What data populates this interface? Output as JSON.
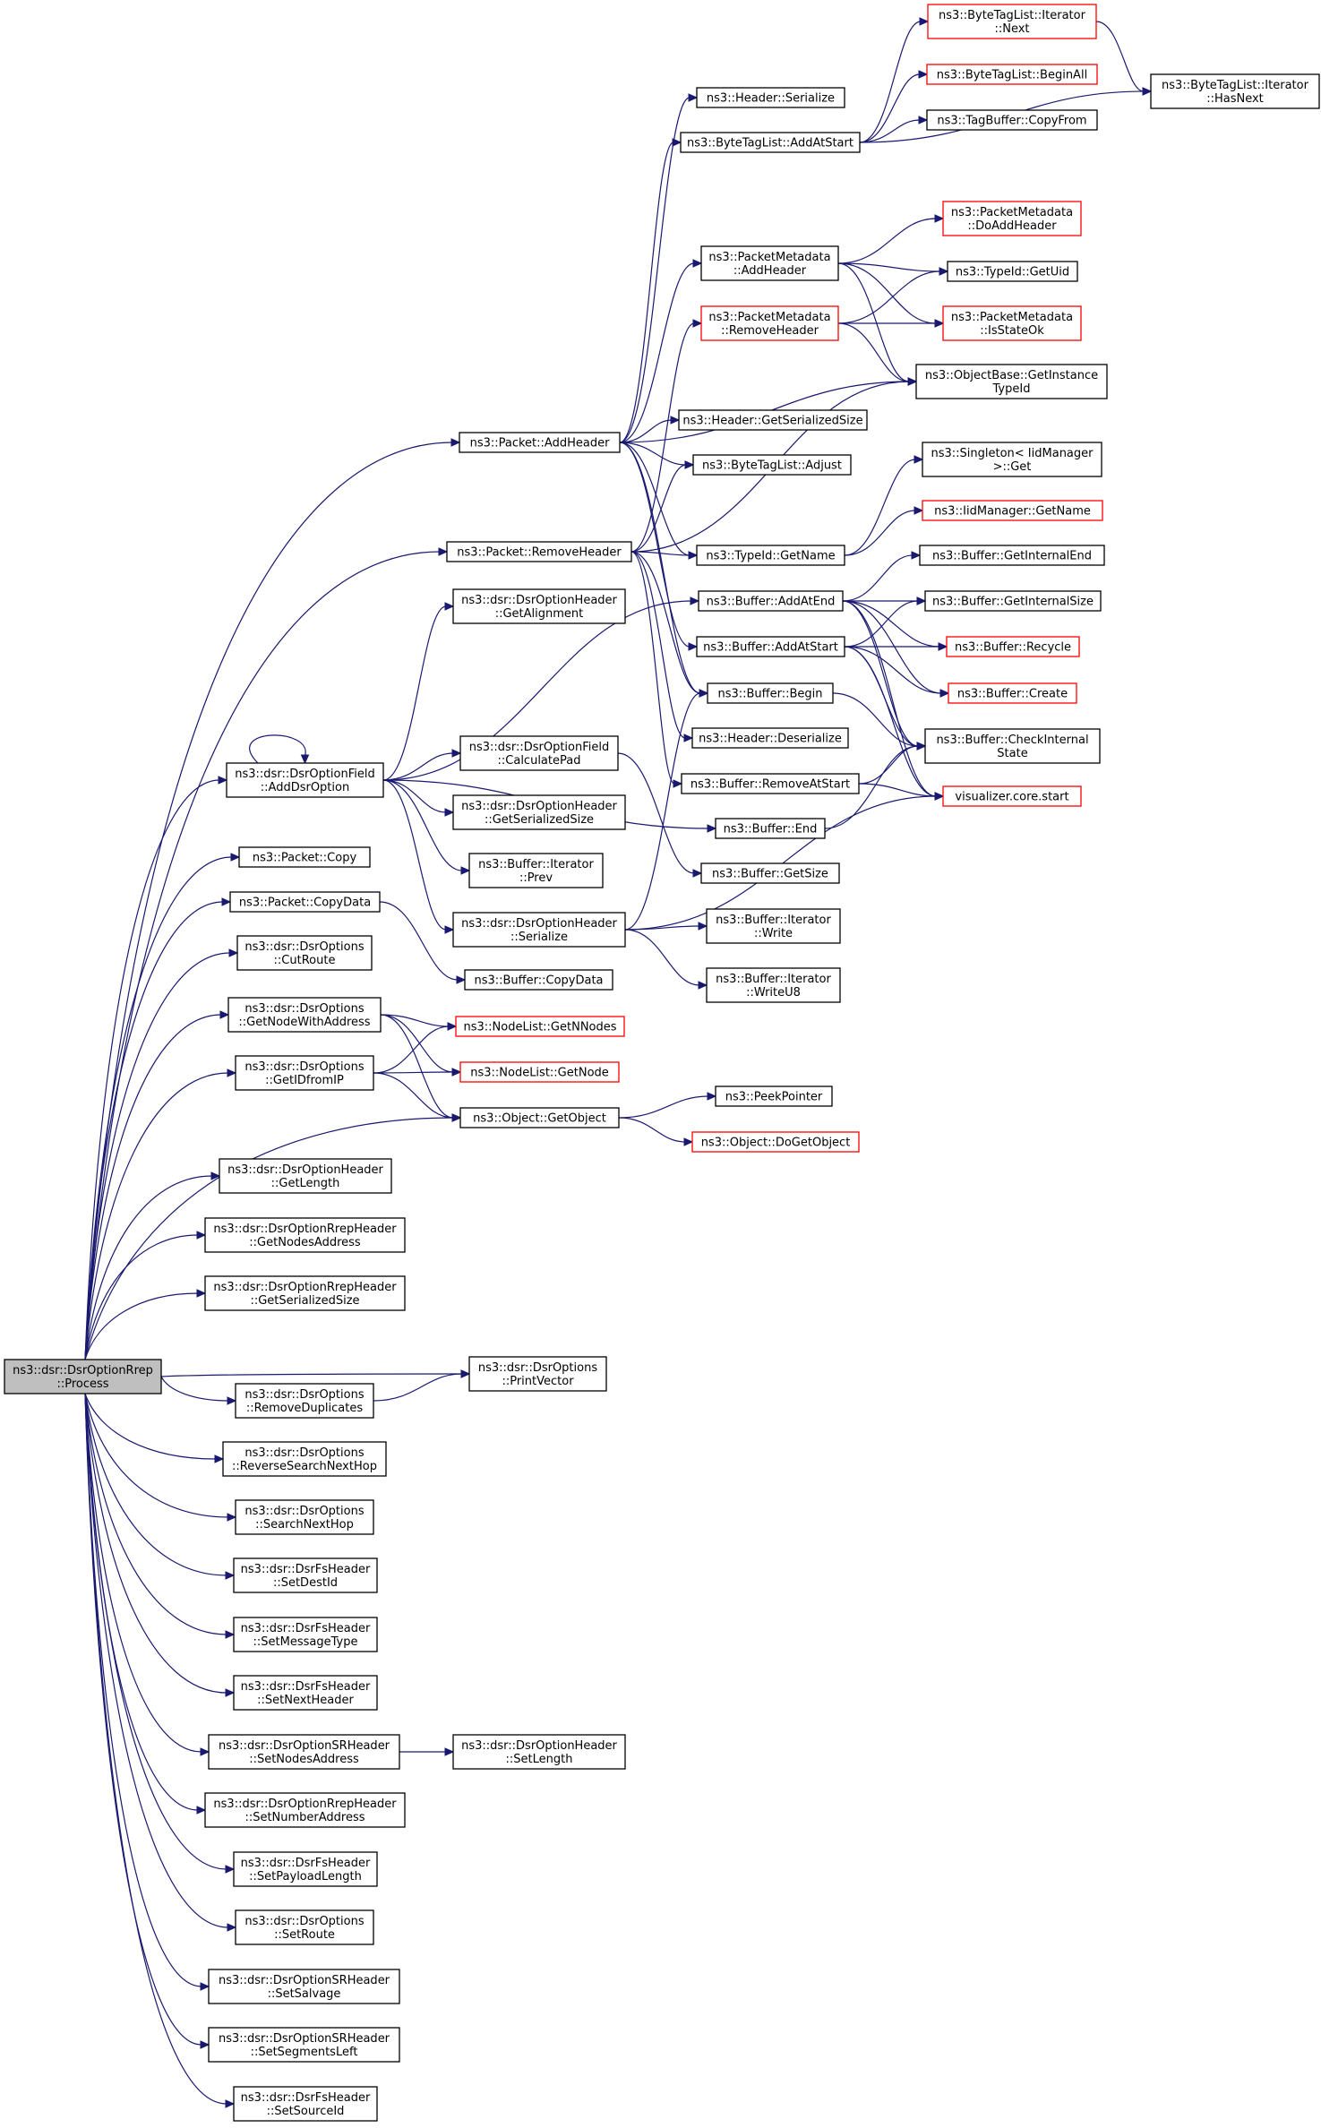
{
  "graph": {
    "root": "ns3::dsr::DsrOptionRrep\n::Process",
    "nodes": [
      {
        "id": "root",
        "label": [
          "ns3::dsr::DsrOptionRrep",
          "::Process"
        ],
        "kind": "root"
      },
      {
        "id": "pkt_addheader",
        "label": [
          "ns3::Packet::AddHeader"
        ],
        "kind": "normal"
      },
      {
        "id": "pkt_removeheader",
        "label": [
          "ns3::Packet::RemoveHeader"
        ],
        "kind": "normal"
      },
      {
        "id": "hdr_getalign",
        "label": [
          "ns3::dsr::DsrOptionHeader",
          "::GetAlignment"
        ],
        "kind": "normal"
      },
      {
        "id": "field_adddsr",
        "label": [
          "ns3::dsr::DsrOptionField",
          "::AddDsrOption"
        ],
        "kind": "normal"
      },
      {
        "id": "pkt_copy",
        "label": [
          "ns3::Packet::Copy"
        ],
        "kind": "normal"
      },
      {
        "id": "pkt_copydata",
        "label": [
          "ns3::Packet::CopyData"
        ],
        "kind": "normal"
      },
      {
        "id": "opt_cutroute",
        "label": [
          "ns3::dsr::DsrOptions",
          "::CutRoute"
        ],
        "kind": "normal"
      },
      {
        "id": "opt_getnodewithaddr",
        "label": [
          "ns3::dsr::DsrOptions",
          "::GetNodeWithAddress"
        ],
        "kind": "normal"
      },
      {
        "id": "opt_getidfromip",
        "label": [
          "ns3::dsr::DsrOptions",
          "::GetIDfromIP"
        ],
        "kind": "normal"
      },
      {
        "id": "hdr_getlength",
        "label": [
          "ns3::dsr::DsrOptionHeader",
          "::GetLength"
        ],
        "kind": "normal"
      },
      {
        "id": "rrep_getnodesaddr",
        "label": [
          "ns3::dsr::DsrOptionRrepHeader",
          "::GetNodesAddress"
        ],
        "kind": "normal"
      },
      {
        "id": "rrep_getserialsize",
        "label": [
          "ns3::dsr::DsrOptionRrepHeader",
          "::GetSerializedSize"
        ],
        "kind": "normal"
      },
      {
        "id": "opt_removedup",
        "label": [
          "ns3::dsr::DsrOptions",
          "::RemoveDuplicates"
        ],
        "kind": "normal"
      },
      {
        "id": "opt_revsearch",
        "label": [
          "ns3::dsr::DsrOptions",
          "::ReverseSearchNextHop"
        ],
        "kind": "normal"
      },
      {
        "id": "opt_searchnext",
        "label": [
          "ns3::dsr::DsrOptions",
          "::SearchNextHop"
        ],
        "kind": "normal"
      },
      {
        "id": "fs_setdestid",
        "label": [
          "ns3::dsr::DsrFsHeader",
          "::SetDestId"
        ],
        "kind": "normal"
      },
      {
        "id": "fs_setmsgtype",
        "label": [
          "ns3::dsr::DsrFsHeader",
          "::SetMessageType"
        ],
        "kind": "normal"
      },
      {
        "id": "fs_setnexthdr",
        "label": [
          "ns3::dsr::DsrFsHeader",
          "::SetNextHeader"
        ],
        "kind": "normal"
      },
      {
        "id": "sr_setnodesaddr",
        "label": [
          "ns3::dsr::DsrOptionSRHeader",
          "::SetNodesAddress"
        ],
        "kind": "normal"
      },
      {
        "id": "rrep_setnumaddr",
        "label": [
          "ns3::dsr::DsrOptionRrepHeader",
          "::SetNumberAddress"
        ],
        "kind": "normal"
      },
      {
        "id": "fs_setpayloadlen",
        "label": [
          "ns3::dsr::DsrFsHeader",
          "::SetPayloadLength"
        ],
        "kind": "normal"
      },
      {
        "id": "opt_setroute",
        "label": [
          "ns3::dsr::DsrOptions",
          "::SetRoute"
        ],
        "kind": "normal"
      },
      {
        "id": "sr_setsalvage",
        "label": [
          "ns3::dsr::DsrOptionSRHeader",
          "::SetSalvage"
        ],
        "kind": "normal"
      },
      {
        "id": "sr_setsegleft",
        "label": [
          "ns3::dsr::DsrOptionSRHeader",
          "::SetSegmentsLeft"
        ],
        "kind": "normal"
      },
      {
        "id": "fs_setsourceid",
        "label": [
          "ns3::dsr::DsrFsHeader",
          "::SetSourceId"
        ],
        "kind": "normal"
      },
      {
        "id": "field_calcpad",
        "label": [
          "ns3::dsr::DsrOptionField",
          "::CalculatePad"
        ],
        "kind": "normal"
      },
      {
        "id": "hdr_getserialsize",
        "label": [
          "ns3::dsr::DsrOptionHeader",
          "::GetSerializedSize"
        ],
        "kind": "normal"
      },
      {
        "id": "bufit_prev",
        "label": [
          "ns3::Buffer::Iterator",
          "::Prev"
        ],
        "kind": "normal"
      },
      {
        "id": "hdr_serialize",
        "label": [
          "ns3::dsr::DsrOptionHeader",
          "::Serialize"
        ],
        "kind": "normal"
      },
      {
        "id": "buf_copydata",
        "label": [
          "ns3::Buffer::CopyData"
        ],
        "kind": "normal"
      },
      {
        "id": "nodelist_getn",
        "label": [
          "ns3::NodeList::GetNNodes"
        ],
        "kind": "red"
      },
      {
        "id": "nodelist_getnode",
        "label": [
          "ns3::NodeList::GetNode"
        ],
        "kind": "red"
      },
      {
        "id": "obj_getobject",
        "label": [
          "ns3::Object::GetObject"
        ],
        "kind": "normal"
      },
      {
        "id": "opt_printvector",
        "label": [
          "ns3::dsr::DsrOptions",
          "::PrintVector"
        ],
        "kind": "normal"
      },
      {
        "id": "hdr_setlength",
        "label": [
          "ns3::dsr::DsrOptionHeader",
          "::SetLength"
        ],
        "kind": "normal"
      },
      {
        "id": "header_serialize",
        "label": [
          "ns3::Header::Serialize"
        ],
        "kind": "normal"
      },
      {
        "id": "btl_addatstart",
        "label": [
          "ns3::ByteTagList::AddAtStart"
        ],
        "kind": "normal"
      },
      {
        "id": "pm_addheader",
        "label": [
          "ns3::PacketMetadata",
          "::AddHeader"
        ],
        "kind": "normal"
      },
      {
        "id": "pm_removeheader",
        "label": [
          "ns3::PacketMetadata",
          "::RemoveHeader"
        ],
        "kind": "red"
      },
      {
        "id": "header_getserialsize",
        "label": [
          "ns3::Header::GetSerializedSize"
        ],
        "kind": "normal"
      },
      {
        "id": "btl_adjust",
        "label": [
          "ns3::ByteTagList::Adjust"
        ],
        "kind": "normal"
      },
      {
        "id": "typeid_getname",
        "label": [
          "ns3::TypeId::GetName"
        ],
        "kind": "normal"
      },
      {
        "id": "buf_addatend",
        "label": [
          "ns3::Buffer::AddAtEnd"
        ],
        "kind": "normal"
      },
      {
        "id": "buf_addatstart",
        "label": [
          "ns3::Buffer::AddAtStart"
        ],
        "kind": "normal"
      },
      {
        "id": "buf_begin",
        "label": [
          "ns3::Buffer::Begin"
        ],
        "kind": "normal"
      },
      {
        "id": "header_deserialize",
        "label": [
          "ns3::Header::Deserialize"
        ],
        "kind": "normal"
      },
      {
        "id": "buf_removeatstart",
        "label": [
          "ns3::Buffer::RemoveAtStart"
        ],
        "kind": "normal"
      },
      {
        "id": "buf_end",
        "label": [
          "ns3::Buffer::End"
        ],
        "kind": "normal"
      },
      {
        "id": "buf_getsize",
        "label": [
          "ns3::Buffer::GetSize"
        ],
        "kind": "normal"
      },
      {
        "id": "bufit_write",
        "label": [
          "ns3::Buffer::Iterator",
          "::Write"
        ],
        "kind": "normal"
      },
      {
        "id": "bufit_writeu8",
        "label": [
          "ns3::Buffer::Iterator",
          "::WriteU8"
        ],
        "kind": "normal"
      },
      {
        "id": "peekpointer",
        "label": [
          "ns3::PeekPointer"
        ],
        "kind": "normal"
      },
      {
        "id": "obj_dogetobject",
        "label": [
          "ns3::Object::DoGetObject"
        ],
        "kind": "red"
      },
      {
        "id": "btlit_next",
        "label": [
          "ns3::ByteTagList::Iterator",
          "::Next"
        ],
        "kind": "red"
      },
      {
        "id": "btl_beginall",
        "label": [
          "ns3::ByteTagList::BeginAll"
        ],
        "kind": "red"
      },
      {
        "id": "tagbuf_copyfrom",
        "label": [
          "ns3::TagBuffer::CopyFrom"
        ],
        "kind": "normal"
      },
      {
        "id": "btlit_hasnext",
        "label": [
          "ns3::ByteTagList::Iterator",
          "::HasNext"
        ],
        "kind": "normal"
      },
      {
        "id": "pm_doaddheader",
        "label": [
          "ns3::PacketMetadata",
          "::DoAddHeader"
        ],
        "kind": "red"
      },
      {
        "id": "typeid_getuid",
        "label": [
          "ns3::TypeId::GetUid"
        ],
        "kind": "normal"
      },
      {
        "id": "pm_isstateok",
        "label": [
          "ns3::PacketMetadata",
          "::IsStateOk"
        ],
        "kind": "red"
      },
      {
        "id": "objbase_getinst",
        "label": [
          "ns3::ObjectBase::GetInstance",
          "TypeId"
        ],
        "kind": "normal"
      },
      {
        "id": "singleton_get",
        "label": [
          "ns3::Singleton< IidManager",
          " >::Get"
        ],
        "kind": "normal"
      },
      {
        "id": "iidmgr_getname",
        "label": [
          "ns3::IidManager::GetName"
        ],
        "kind": "red"
      },
      {
        "id": "buf_getinternalend",
        "label": [
          "ns3::Buffer::GetInternalEnd"
        ],
        "kind": "normal"
      },
      {
        "id": "buf_getinternalsize",
        "label": [
          "ns3::Buffer::GetInternalSize"
        ],
        "kind": "normal"
      },
      {
        "id": "buf_recycle",
        "label": [
          "ns3::Buffer::Recycle"
        ],
        "kind": "red"
      },
      {
        "id": "buf_create",
        "label": [
          "ns3::Buffer::Create"
        ],
        "kind": "red"
      },
      {
        "id": "buf_checkinternal",
        "label": [
          "ns3::Buffer::CheckInternal",
          "State"
        ],
        "kind": "normal"
      },
      {
        "id": "vis_core_start",
        "label": [
          "visualizer.core.start"
        ],
        "kind": "red"
      }
    ]
  }
}
